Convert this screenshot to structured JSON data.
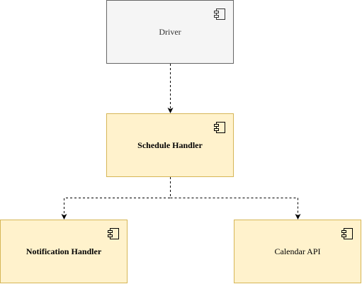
{
  "nodes": {
    "driver": {
      "label": "Driver",
      "icon": "component-icon"
    },
    "schedule_handler": {
      "label": "Schedule Handler",
      "icon": "component-icon"
    },
    "notification_handler": {
      "label": "Notification Handler",
      "icon": "component-icon"
    },
    "calendar_api": {
      "label": "Calendar API",
      "icon": "component-icon"
    }
  },
  "edges": [
    {
      "from": "Driver",
      "to": "Schedule Handler",
      "style": "dashed"
    },
    {
      "from": "Schedule Handler",
      "to": "Notification Handler",
      "style": "dashed"
    },
    {
      "from": "Schedule Handler",
      "to": "Calendar API",
      "style": "dashed"
    }
  ],
  "colors": {
    "gray_fill": "#f5f5f5",
    "gray_stroke": "#666666",
    "yellow_fill": "#fff2cc",
    "yellow_stroke": "#d6b656",
    "edge": "#000000"
  }
}
